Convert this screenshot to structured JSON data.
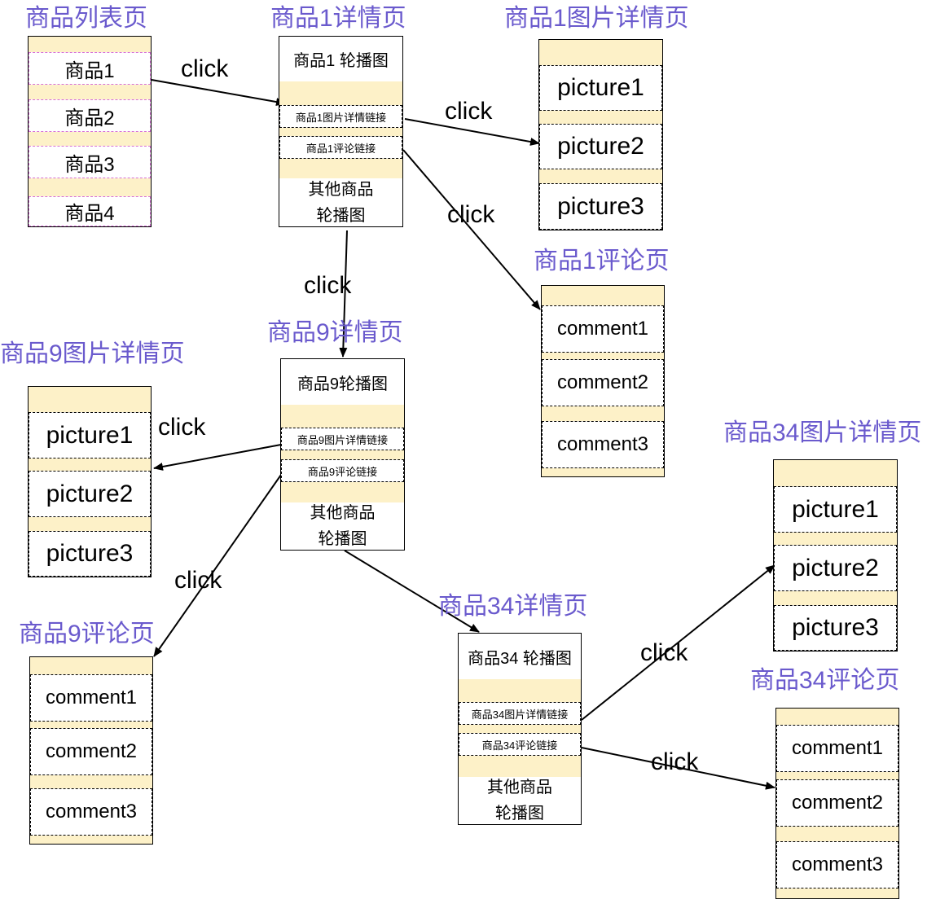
{
  "colors": {
    "title": "#6a5acd",
    "fill": "#fdf1c8",
    "item_border": "#d66fd6",
    "arrow": "#000000"
  },
  "click_label": "click",
  "list_page": {
    "title": "商品列表页",
    "items": [
      "商品1",
      "商品2",
      "商品3",
      "商品4"
    ]
  },
  "detail1": {
    "title": "商品1详情页",
    "carousel": "商品1 轮播图",
    "picture_link": "商品1图片详情链接",
    "comment_link": "商品1评论链接",
    "others_line1": "其他商品",
    "others_line2": "轮播图"
  },
  "pictures1": {
    "title": "商品1图片详情页",
    "items": [
      "picture1",
      "picture2",
      "picture3"
    ]
  },
  "comments1": {
    "title": "商品1评论页",
    "items": [
      "comment1",
      "comment2",
      "comment3"
    ]
  },
  "detail9": {
    "title": "商品9详情页",
    "carousel": "商品9轮播图",
    "picture_link": "商品9图片详情链接",
    "comment_link": "商品9评论链接",
    "others_line1": "其他商品",
    "others_line2": "轮播图"
  },
  "pictures9": {
    "title": "商品9图片详情页",
    "items": [
      "picture1",
      "picture2",
      "picture3"
    ]
  },
  "comments9": {
    "title": "商品9评论页",
    "items": [
      "comment1",
      "comment2",
      "comment3"
    ]
  },
  "detail34": {
    "title": "商品34详情页",
    "carousel": "商品34 轮播图",
    "picture_link": "商品34图片详情链接",
    "comment_link": "商品34评论链接",
    "others_line1": "其他商品",
    "others_line2": "轮播图"
  },
  "pictures34": {
    "title": "商品34图片详情页",
    "items": [
      "picture1",
      "picture2",
      "picture3"
    ]
  },
  "comments34": {
    "title": "商品34评论页",
    "items": [
      "comment1",
      "comment2",
      "comment3"
    ]
  }
}
